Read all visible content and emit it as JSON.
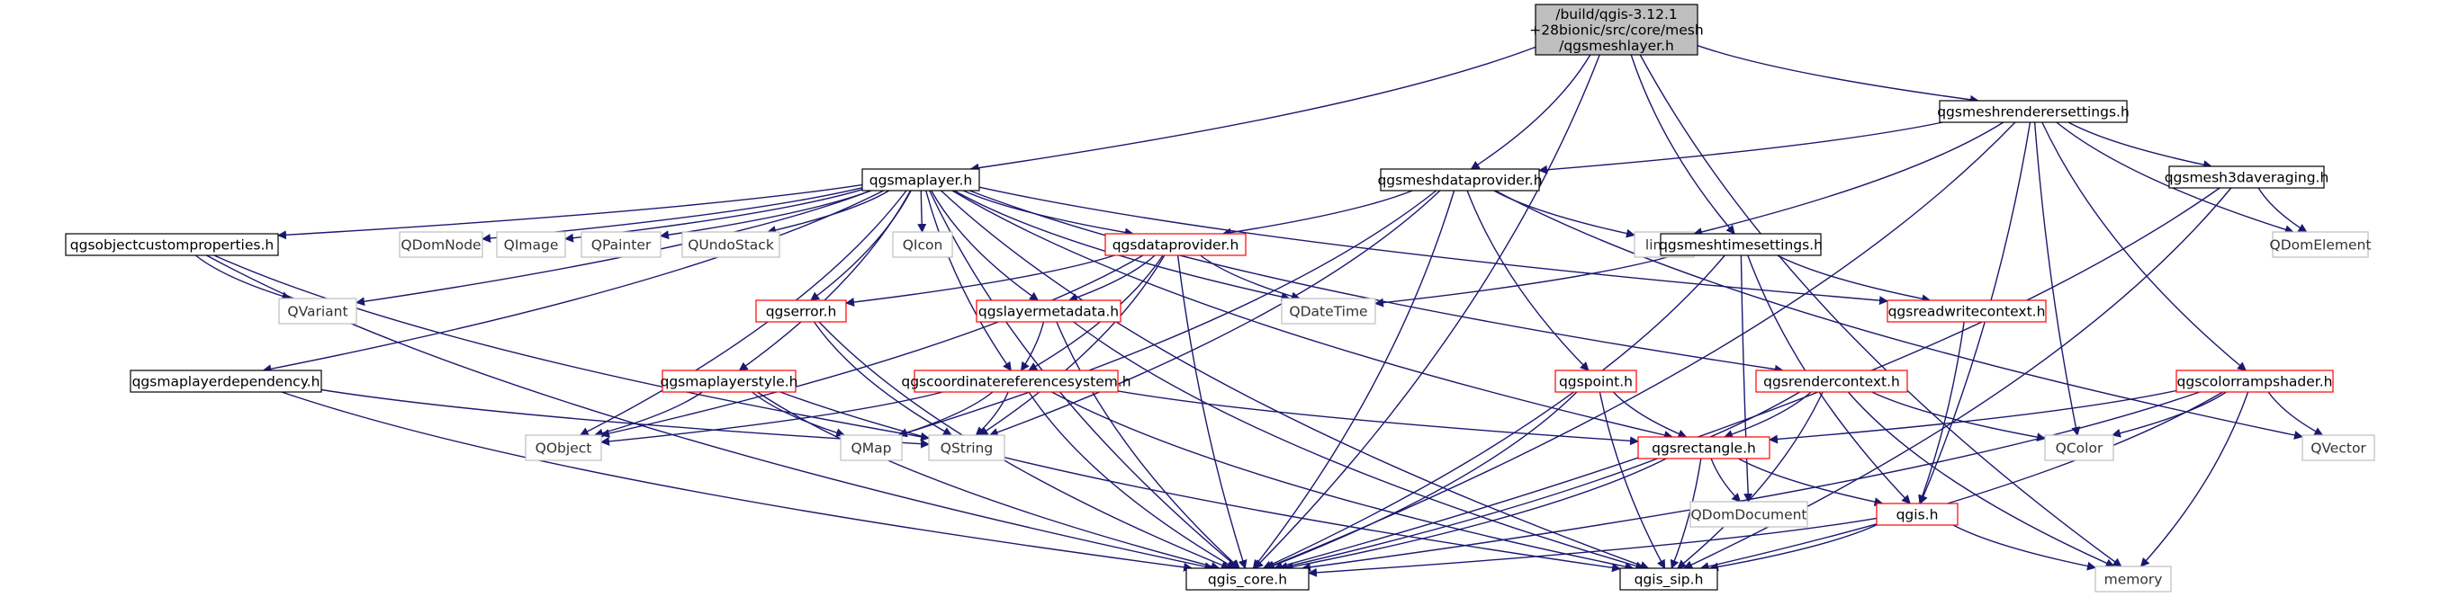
{
  "colors": {
    "edge": "#191970",
    "root_fill": "#bfbfbf",
    "node_border": "#000000",
    "linked_border": "#ff0000",
    "external_border": "#bfbfbf"
  },
  "nodes": {
    "root": "/build/qgis-3.12.1\n+28bionic/src/core/mesh\n/qgsmeshlayer.h",
    "qgsmeshrenderersettings": "qgsmeshrenderersettings.h",
    "qgsmaplayer": "qgsmaplayer.h",
    "qgsmeshdataprovider": "qgsmeshdataprovider.h",
    "qgsmesh3daveraging": "qgsmesh3daveraging.h",
    "qgsobjectcustomproperties": "qgsobjectcustomproperties.h",
    "qdomnode": "QDomNode",
    "qimage": "QImage",
    "qpainter": "QPainter",
    "qundostack": "QUndoStack",
    "qicon": "QIcon",
    "qgsdataprovider": "qgsdataprovider.h",
    "limits": "limits",
    "qdomelement": "QDomElement",
    "qgsmeshtimesettings": "qgsmeshtimesettings.h",
    "qvariant": "QVariant",
    "qgserror": "qgserror.h",
    "qdatetime": "QDateTime",
    "qgslayermetadata": "qgslayermetadata.h",
    "qgsreadwritecontext": "qgsreadwritecontext.h",
    "qgsmaplayerdependency": "qgsmaplayerdependency.h",
    "qgsmaplayerstyle": "qgsmaplayerstyle.h",
    "qgscoordinatereferencesystem": "qgscoordinatereferencesystem.h",
    "qgspoint": "qgspoint.h",
    "qgsrendercontext": "qgsrendercontext.h",
    "qgscolorrampshader": "qgscolorrampshader.h",
    "qobject": "QObject",
    "qmap": "QMap",
    "qstring": "QString",
    "qgsrectangle": "qgsrectangle.h",
    "qcolor": "QColor",
    "qvector": "QVector",
    "qdomdocument": "QDomDocument",
    "qgis": "qgis.h",
    "qgis_core": "qgis_core.h",
    "qgis_sip": "qgis_sip.h",
    "memory": "memory"
  }
}
